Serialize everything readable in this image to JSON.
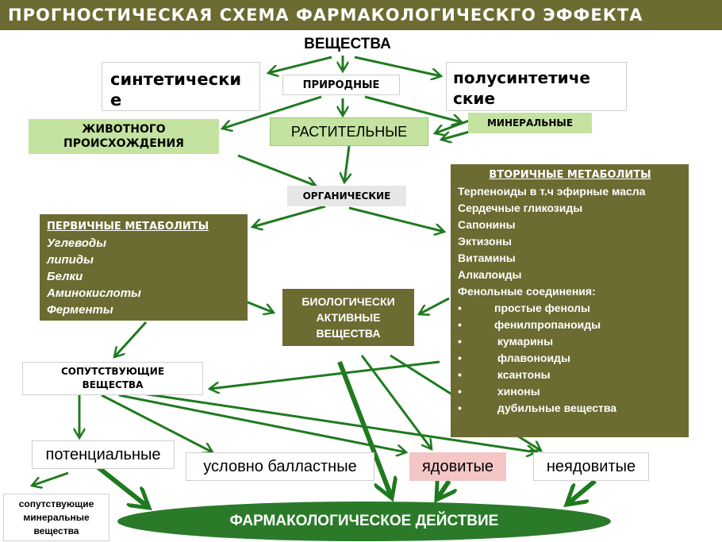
{
  "title": "ПРОГНОСТИЧЕСКАЯ  СХЕМА  ФАРМАКОЛОГИЧЕСКГО  ЭФФЕКТА",
  "nodes": {
    "substances": "ВЕЩЕСТВА",
    "synthetic": "синтетически\nе",
    "natural": "ПРИРОДНЫЕ",
    "semisynthetic": "полусинтетиче\nские",
    "animal": "ЖИВОТНОГО\nПРОИСХОЖДЕНИЯ",
    "plant": "РАСТИТЕЛЬНЫЕ",
    "mineral": "МИНЕРАЛЬНЫЕ",
    "organic": "ОРГАНИЧЕСКИЕ",
    "bioactive": "БИОЛОГИЧЕСКИ\nАКТИВНЫЕ\nВЕЩЕСТВА",
    "accompanying": "СОПУТСТВУЮЩИЕ\nВЕЩЕСТВА",
    "potential": "потенциальные",
    "ballast": "условно балластные",
    "poisonous": "ядовитые",
    "nonpoisonous": "неядовитые",
    "mineral_accompanying": "сопутствующие\nминеральные\nвещества",
    "pharma_action": "ФАРМАКОЛОГИЧЕСКОЕ ДЕЙСТВИЕ"
  },
  "primary": {
    "heading": "ПЕРВИЧНЫЕ МЕТАБОЛИТЫ",
    "items": [
      "Углеводы",
      "липиды",
      "Белки",
      "Аминокислоты",
      "Ферменты"
    ]
  },
  "secondary": {
    "heading": "ВТОРИЧНЫЕ МЕТАБОЛИТЫ",
    "items": [
      "Терпеноиды в т.ч эфирные масла",
      "Сердечные гликозиды",
      "Сапонины",
      "Эктизоны",
      "Витамины",
      "Алкалоиды",
      "Фенольные соединения:"
    ],
    "bullet": "•",
    "subitems": [
      "простые фенолы",
      "фенилпропаноиды",
      " кумарины",
      " флавоноиды",
      " ксантоны",
      " хиноны",
      " дубильные вещества"
    ]
  },
  "colors": {
    "olive": "#6b6b32",
    "arrow": "#1f7a1f",
    "ellipse": "#2a7a2a",
    "lightgreen": "#c4e3a0",
    "pink": "#f4c6c6"
  },
  "icon": "arrow-connector"
}
